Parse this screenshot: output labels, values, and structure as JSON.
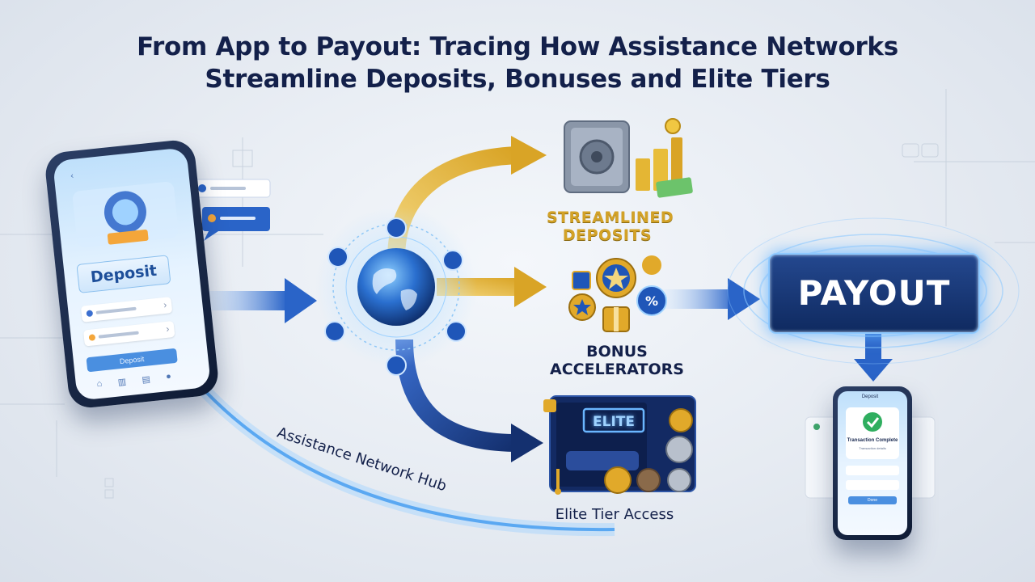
{
  "title_line1": "From App to Payout: Tracing How Assistance Networks",
  "title_line2": "Streamline Deposits, Bonuses and Elite Tiers",
  "phone_left": {
    "deposit_label": "Deposit",
    "confirm_label": "Deposit"
  },
  "hub_label": "Assistance Network Hub",
  "nodes": {
    "deposits_line1": "STREAMLINED",
    "deposits_line2": "DEPOSITS",
    "bonus_line1": "BONUS",
    "bonus_line2": "ACCELERATORS",
    "elite_label": "Elite Tier Access",
    "elite_sign": "ELITE"
  },
  "payout_label": "PAYOUT",
  "phone_right": {
    "header": "Deposit",
    "tx_title": "Transaction Complete",
    "tx_sub": "Transaction details",
    "tx_button": "Done"
  },
  "colors": {
    "navy": "#13204a",
    "gold": "#d3a227",
    "blue_arrow": "#2a64c8",
    "glow": "#6ab6ff"
  },
  "icons": [
    "bank-icon",
    "shield-icon",
    "chart-icon",
    "card-icon",
    "wallet-icon",
    "cash-icon",
    "star-icon",
    "gift-icon",
    "percent-icon",
    "check-icon"
  ]
}
